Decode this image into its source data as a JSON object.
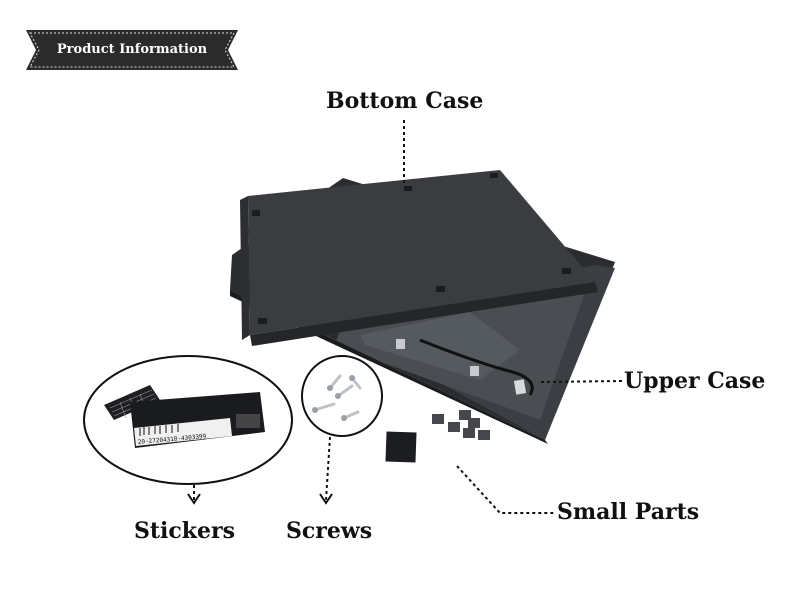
{
  "banner": {
    "text": "Product Information"
  },
  "labels": {
    "bottom_case": "Bottom Case",
    "upper_case": "Upper Case",
    "small_parts": "Small Parts",
    "stickers": "Stickers",
    "screws": "Screws"
  },
  "sticker": {
    "barcode_number": "20-27204318-4303399"
  }
}
